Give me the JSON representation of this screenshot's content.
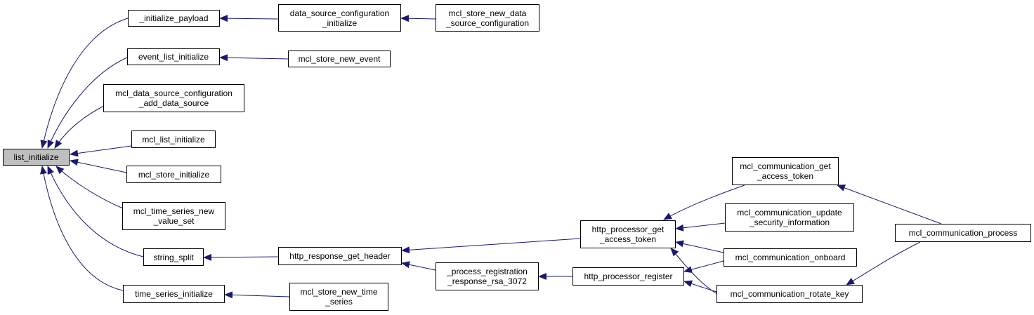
{
  "colors": {
    "edge": "#191970",
    "root_fill": "#bfbfbf",
    "node_fill": "#ffffff",
    "border": "#000000"
  },
  "nodes": {
    "list_initialize": "list_initialize",
    "initialize_payload": "_initialize_payload",
    "data_source_configuration_initialize": "data_source_configuration\n_initialize",
    "mcl_store_new_data_source_configuration": "mcl_store_new_data\n_source_configuration",
    "event_list_initialize": "event_list_initialize",
    "mcl_store_new_event": "mcl_store_new_event",
    "mcl_data_source_configuration_add_data_source": "mcl_data_source_configuration\n_add_data_source",
    "mcl_list_initialize": "mcl_list_initialize",
    "mcl_store_initialize": "mcl_store_initialize",
    "mcl_time_series_new_value_set": "mcl_time_series_new\n_value_set",
    "string_split": "string_split",
    "http_response_get_header": "http_response_get_header",
    "time_series_initialize": "time_series_initialize",
    "mcl_store_new_time_series": "mcl_store_new_time\n_series",
    "process_registration_response_rsa_3072": "_process_registration\n_response_rsa_3072",
    "http_processor_register": "http_processor_register",
    "http_processor_get_access_token": "http_processor_get\n_access_token",
    "mcl_communication_get_access_token": "mcl_communication_get\n_access_token",
    "mcl_communication_update_security_information": "mcl_communication_update\n_security_information",
    "mcl_communication_onboard": "mcl_communication_onboard",
    "mcl_communication_rotate_key": "mcl_communication_rotate_key",
    "mcl_communication_process": "mcl_communication_process"
  }
}
